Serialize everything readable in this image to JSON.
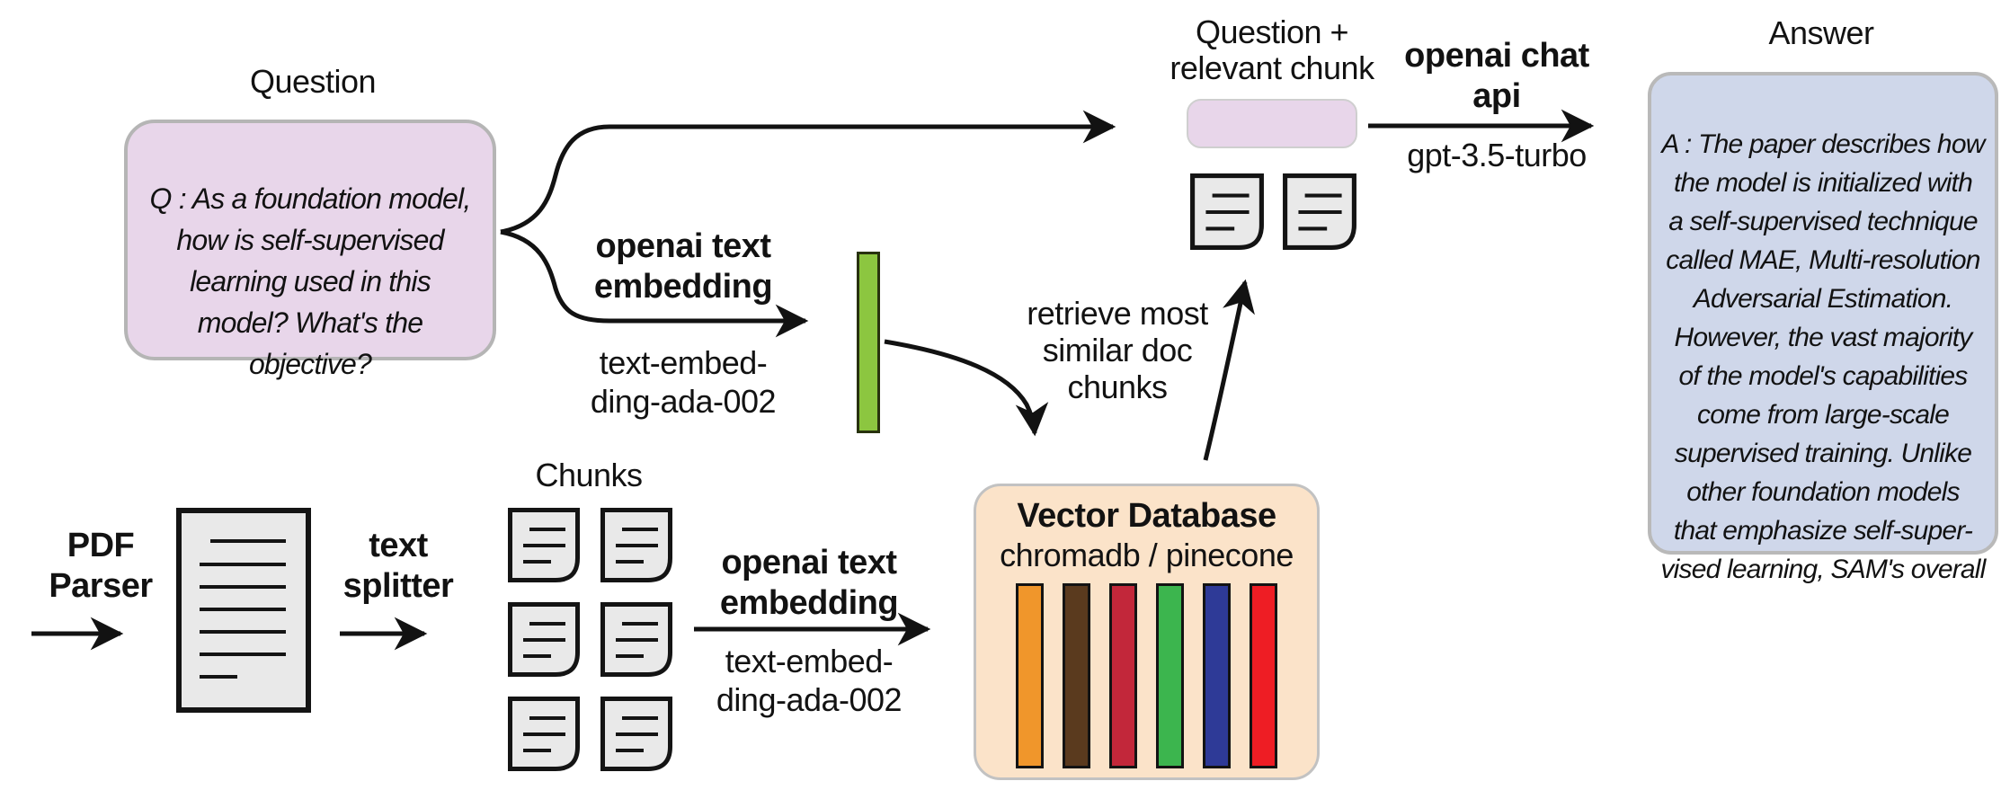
{
  "question": {
    "label": "Question",
    "text": "Q : As a foundation model,\nhow is self-supervised\nlearning used in this\nmodel? What's the\nobjective?"
  },
  "pdf_parser": {
    "label": "PDF\nParser"
  },
  "text_splitter": {
    "label": "text\nsplitter"
  },
  "chunks": {
    "label": "Chunks"
  },
  "embedding_query": {
    "api_label": "openai text\nembedding",
    "model": "text-embed-\nding-ada-002"
  },
  "embedding_docs": {
    "api_label": "openai text\nembedding",
    "model": "text-embed-\nding-ada-002"
  },
  "vector_database": {
    "title": "Vector Database",
    "subtitle": "chromadb / pinecone",
    "bar_colors": [
      "#F0962B",
      "#5A3A1E",
      "#C2273A",
      "#3CB54E",
      "#2E3A97",
      "#EE1D24"
    ]
  },
  "retrieve": {
    "label": "retrieve most\nsimilar doc\nchunks"
  },
  "question_chunk": {
    "label": "Question +\nrelevant chunk"
  },
  "chat": {
    "api_label": "openai chat\napi",
    "model": "gpt-3.5-turbo"
  },
  "answer": {
    "label": "Answer",
    "text": "A : The paper describes how\nthe model is initialized with\na self-supervised technique\ncalled MAE, Multi-resolution\nAdversarial Estimation.\nHowever, the vast majority\nof the model's capabilities\ncome from large-scale\nsupervised training. Unlike\nother foundation models\nthat emphasize self-super-\nvised learning, SAM's overall"
  },
  "colors": {
    "question_fill": "#E8D6EA",
    "answer_fill": "#CFD7EA",
    "vector_db_fill": "#FBE3C9",
    "query_embedding_fill": "#8CC640"
  }
}
